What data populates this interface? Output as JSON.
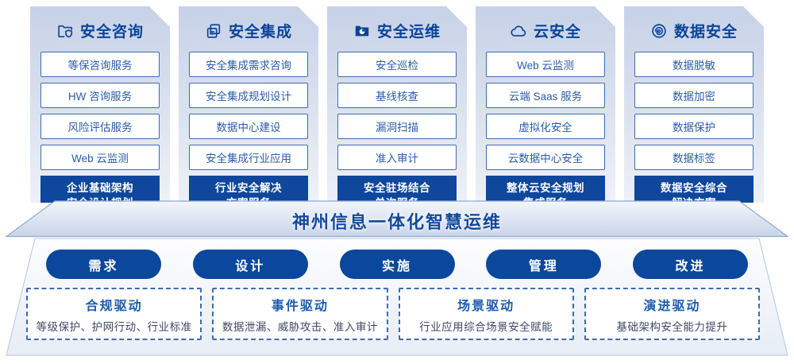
{
  "columns": [
    {
      "title": "安全咨询",
      "icon": "folder-shield-icon",
      "items": [
        "等保咨询服务",
        "HW 咨询服务",
        "风险评估服务",
        "Web 云监测"
      ],
      "highlight": [
        "企业基础架构",
        "安全设计规划"
      ]
    },
    {
      "title": "安全集成",
      "icon": "copy-docs-icon",
      "items": [
        "安全集成需求咨询",
        "安全集成规划设计",
        "数据中心建设",
        "安全集成行业应用"
      ],
      "highlight": [
        "行业安全解决",
        "方案服务"
      ]
    },
    {
      "title": "安全运维",
      "icon": "folder-clock-icon",
      "items": [
        "安全巡检",
        "基线核查",
        "漏洞扫描",
        "准入审计"
      ],
      "highlight": [
        "安全驻场结合",
        "单次服务"
      ]
    },
    {
      "title": "云安全",
      "icon": "cloud-icon",
      "items": [
        "Web 云监测",
        "云端 Saas 服务",
        "虚拟化安全",
        "云数据中心安全"
      ],
      "highlight": [
        "整体云安全规划",
        "集成服务"
      ]
    },
    {
      "title": "数据安全",
      "icon": "data-spiral-icon",
      "items": [
        "数据脱敏",
        "数据加密",
        "数据保护",
        "数据标签"
      ],
      "highlight": [
        "数据安全综合",
        "解决方案"
      ]
    }
  ],
  "banner": {
    "title": "神州信息一体化智慧运维"
  },
  "process": [
    "需求",
    "设计",
    "实施",
    "管理",
    "改进"
  ],
  "drivers": [
    {
      "title": "合规驱动",
      "desc": "等级保护、护网行动、行业标准"
    },
    {
      "title": "事件驱动",
      "desc": "数据泄漏、威胁攻击、准入审计"
    },
    {
      "title": "场景驱动",
      "desc": "行业应用综合场景安全赋能"
    },
    {
      "title": "演进驱动",
      "desc": "基础架构安全能力提升"
    }
  ],
  "colors": {
    "primary_blue": "#0b479c",
    "header_text": "#0a4499",
    "item_border": "#3f6cb0",
    "item_text": "#2b5ca8",
    "card_gradient_top": "#c7d1e7",
    "card_gradient_bottom": "#eef1f8",
    "banner_text": "#12499a",
    "banner_border": "#8ea9d2",
    "driver_title": "#1d5cab",
    "driver_desc": "#3d4a63",
    "dashed_border": "#3e6cb3"
  }
}
